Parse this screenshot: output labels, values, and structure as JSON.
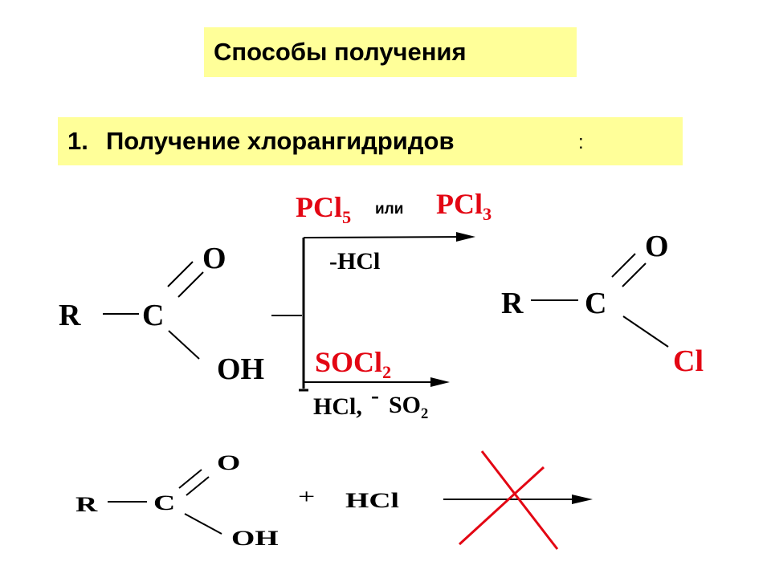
{
  "title": "Способы получения",
  "subtitle_number": "1.",
  "subtitle_text": "Получение хлорангидридов",
  "subtitle_colon": ":",
  "reactant": {
    "r": "R",
    "c": "C",
    "o": "O",
    "oh": "OH"
  },
  "upper_reagent": {
    "a": "PCl",
    "a_sub": "5",
    "or": "или",
    "b": "PCl",
    "b_sub": "3",
    "byproduct": "-HCl"
  },
  "lower_reagent": {
    "a": "SOCl",
    "a_sub": "2",
    "byproduct_a": "HCl,",
    "byproduct_dash": "-",
    "byproduct_b": "SO",
    "byproduct_b_sub": "2"
  },
  "product": {
    "r": "R",
    "c": "C",
    "o": "O",
    "cl": "Cl"
  },
  "bottom_reaction": {
    "r": "R",
    "c": "C",
    "o": "O",
    "oh": "OH",
    "plus": "+",
    "reagent": "HCl"
  },
  "colors": {
    "highlight": "#ffff99",
    "accent": "#e30613",
    "text": "#000000"
  }
}
